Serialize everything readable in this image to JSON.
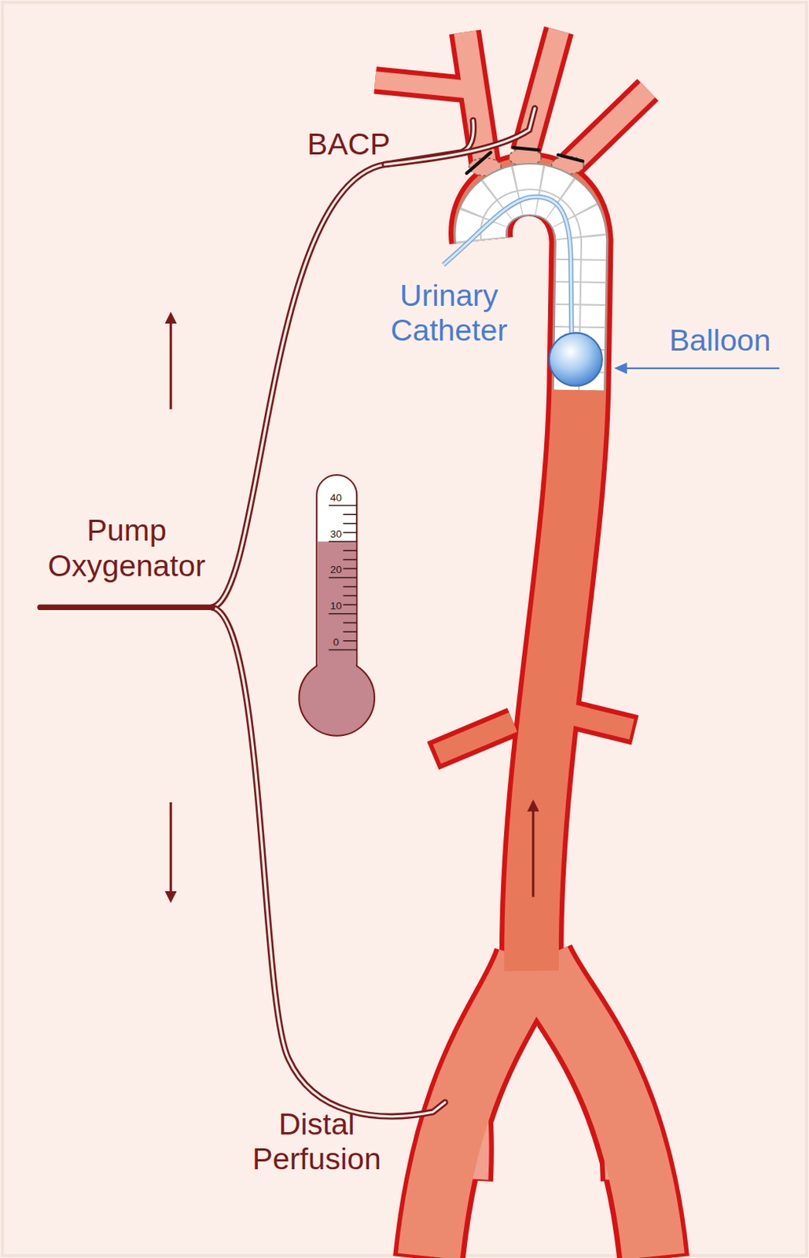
{
  "diagram": {
    "labels": [
      "BACP",
      "Urinary Catheter",
      "Balloon",
      "40",
      "30",
      "20",
      "10",
      "0",
      "Pump Oxygenator",
      "Distal Perfusion"
    ]
  }
}
